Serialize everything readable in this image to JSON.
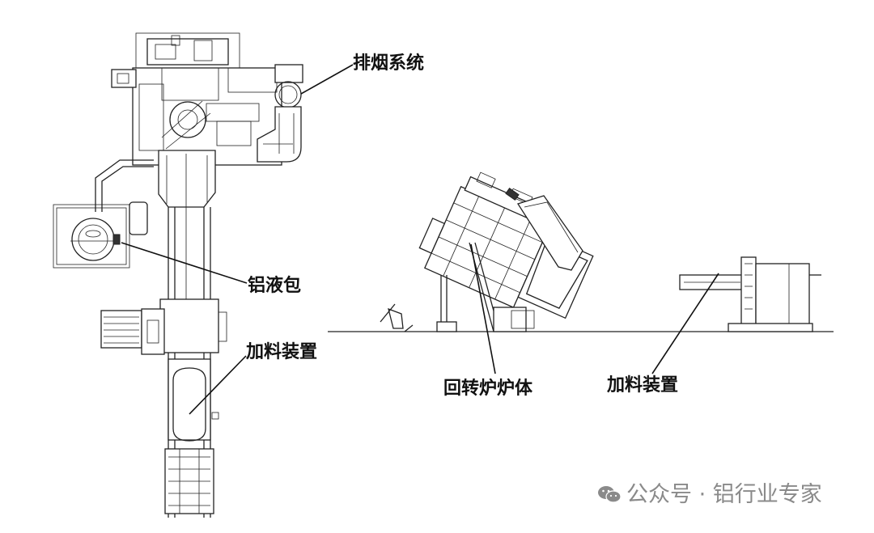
{
  "labels": {
    "exhaust": "排烟系统",
    "ladle": "铝液包",
    "charging_left": "加料装置",
    "furnace_body": "回转炉炉体",
    "charging_right": "加料装置"
  },
  "watermark": {
    "text": "公众号 · 铝行业专家",
    "icon": "wechat-icon",
    "color": "#8a8a8a"
  },
  "colors": {
    "line": "#222222",
    "background": "#ffffff"
  }
}
